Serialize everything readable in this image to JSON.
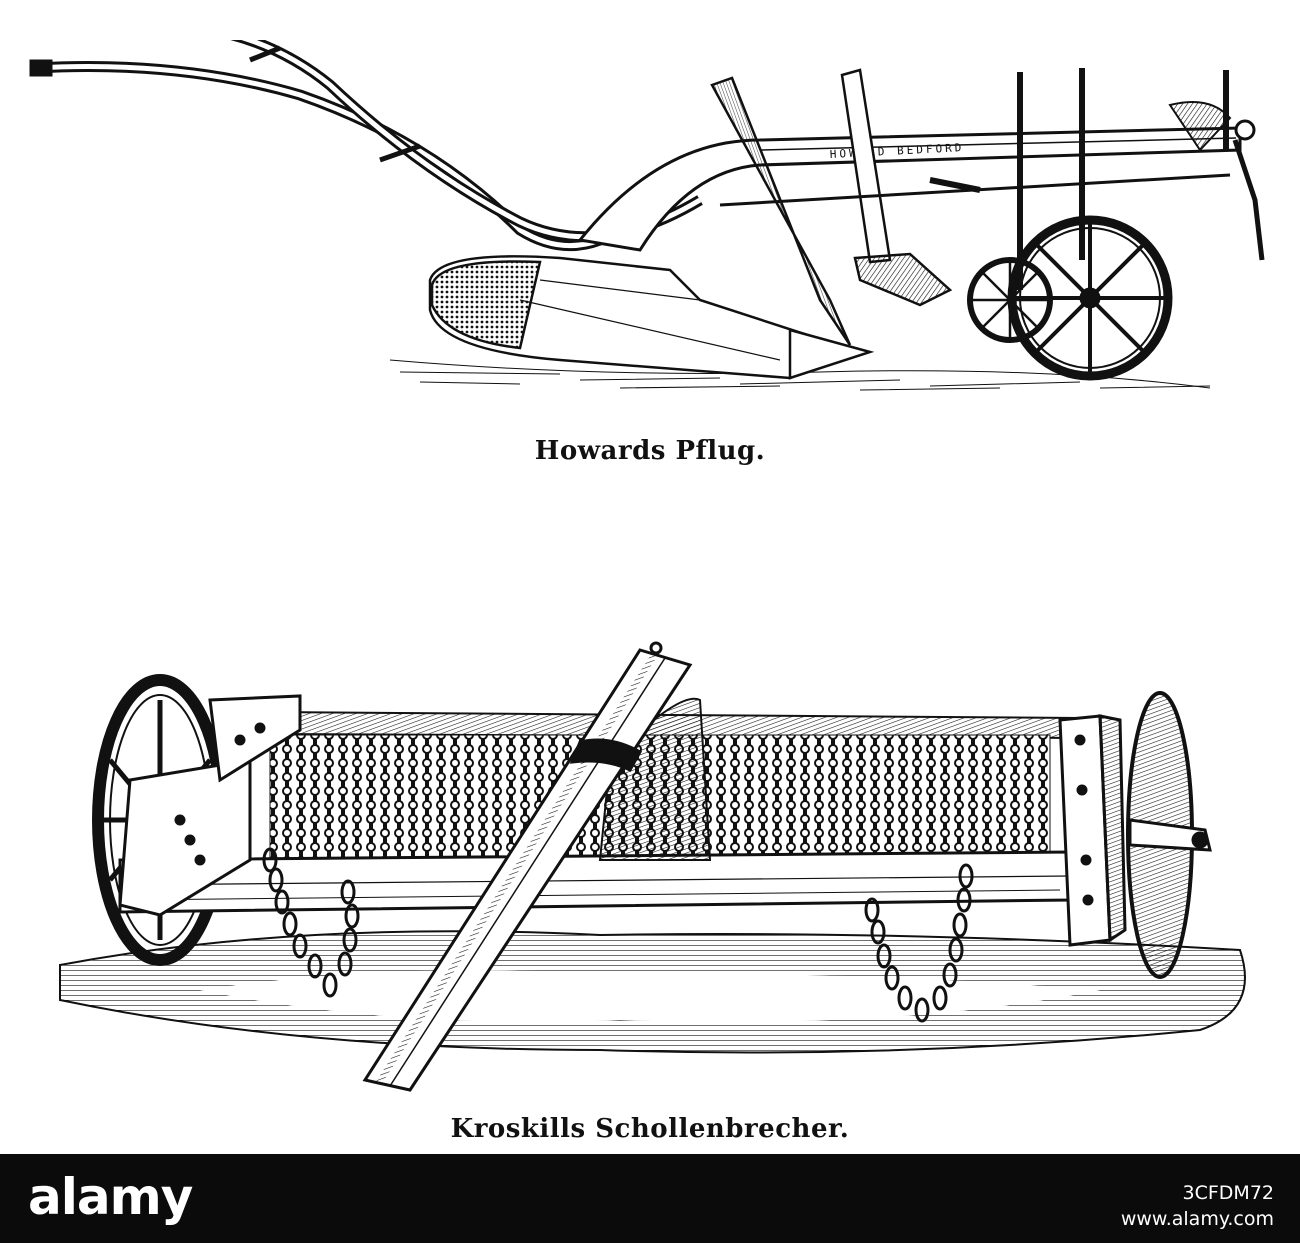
{
  "captions": {
    "plow": "Howards Pflug.",
    "crusher": "Kroskills Schollenbrecher."
  },
  "engraving_text": {
    "beam_lettering": "HOWARD BEDFORD"
  },
  "stock_bar": {
    "logo": "alamy",
    "image_id": "3CFDM72",
    "site": "www.alamy.com"
  },
  "colors": {
    "ink": "#111111",
    "paper": "#ffffff",
    "bar": "#0b0b0b"
  }
}
